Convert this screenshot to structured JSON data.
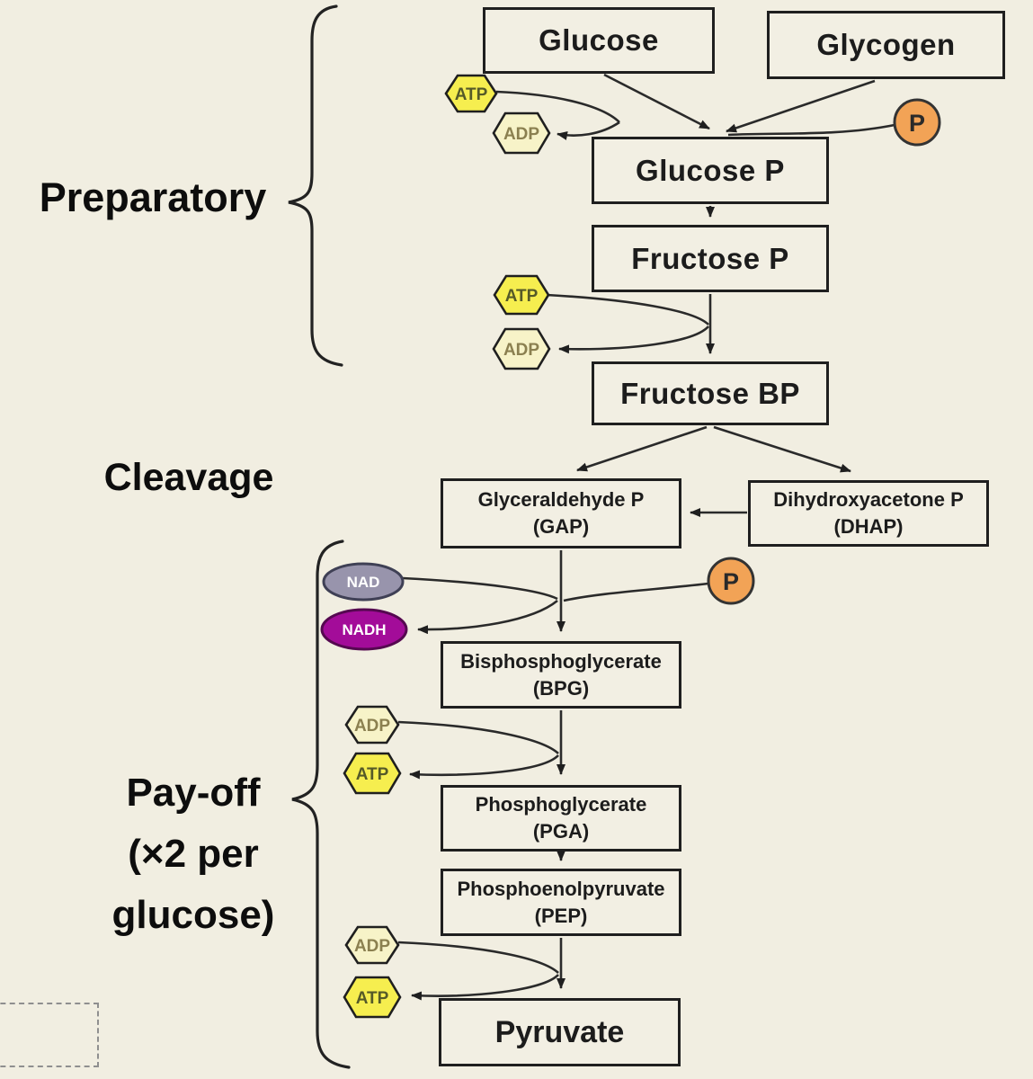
{
  "stages": {
    "preparatory": "Preparatory",
    "cleavage": "Cleavage",
    "payoff_line1": "Pay-off",
    "payoff_line2": "(×2 per",
    "payoff_line3": "glucose)"
  },
  "boxes": {
    "glucose": {
      "label": "Glucose"
    },
    "glycogen": {
      "label": "Glycogen"
    },
    "glucose_p": {
      "label": "Glucose P"
    },
    "fructose_p": {
      "label": "Fructose P"
    },
    "fructose_bp": {
      "label": "Fructose BP"
    },
    "gap": {
      "label": "Glyceraldehyde P",
      "abbr": "(GAP)"
    },
    "dhap": {
      "label": "Dihydroxyacetone P",
      "abbr": "(DHAP)"
    },
    "bpg": {
      "label": "Bisphosphoglycerate",
      "abbr": "(BPG)"
    },
    "pga": {
      "label": "Phosphoglycerate",
      "abbr": "(PGA)"
    },
    "pep": {
      "label": "Phosphoenolpyruvate",
      "abbr": "(PEP)"
    },
    "pyruvate": {
      "label": "Pyruvate"
    }
  },
  "molecules": {
    "atp": "ATP",
    "adp": "ADP",
    "nad": "NAD",
    "nadh": "NADH",
    "phosphate": "P"
  },
  "colors": {
    "background": "#f1eee1",
    "box_border": "#1f1f1f",
    "line": "#2a2a2a",
    "atp": "#f6ee4f",
    "adp": "#f7f3c8",
    "nad": "#9894ac",
    "nadh": "#a30c99",
    "phosphate": "#f2a356"
  }
}
